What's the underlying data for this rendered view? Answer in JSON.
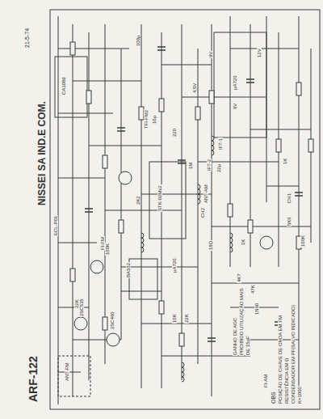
{
  "diagram": {
    "title": "ARF-122",
    "labels": [
      "NISSEI SA IND.E COM.",
      "21-5-74",
      "ECL-P01",
      "OBS",
      "POSIÇÃO DE CHAVE DE ONDA EM FM",
      "RESISTÊNCIA EM Ω",
      "CONDENSADOR EM PF(SALVO INDICADO)",
      "K=1000",
      "GANHO DE AGC",
      "PROIBIDO UTILIZAÇÃO MAIS",
      "DE 15pF",
      "ANT-AM",
      "ANT-FM",
      "FI-FM",
      "FI-AM",
      "IFT-1",
      "IFT-2",
      "TFI-FM2",
      "STK-02Mx2",
      "CA3089",
      "μA720",
      "μA720",
      "BA102",
      "2SC535",
      "2SC460",
      "12V",
      "9V",
      "CH1",
      "CH2",
      "22K",
      "100K",
      "10K",
      "4K7",
      "47K",
      "2K2",
      "220",
      "1M",
      "100μ",
      "22μ",
      "10μ",
      "1K",
      "18Ω",
      "1N60",
      "6V",
      "5K6",
      "100K",
      "1K",
      "22K",
      "4,5V"
    ]
  }
}
